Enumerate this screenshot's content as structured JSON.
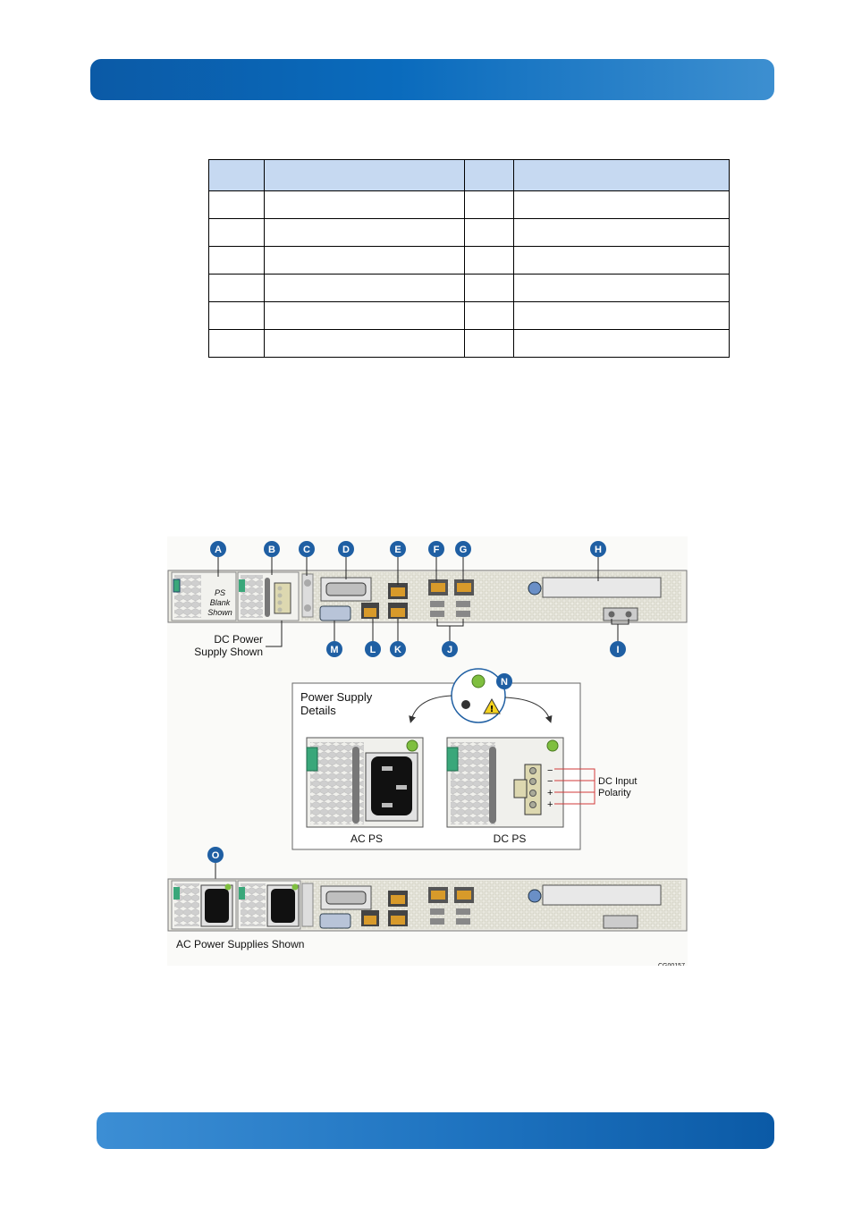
{
  "table": {
    "headers": [
      "",
      "",
      "",
      ""
    ],
    "rows": [
      [
        "",
        "",
        "",
        ""
      ],
      [
        "",
        "",
        "",
        ""
      ],
      [
        "",
        "",
        "",
        ""
      ],
      [
        "",
        "",
        "",
        ""
      ],
      [
        "",
        "",
        "",
        ""
      ],
      [
        "",
        "",
        "",
        ""
      ]
    ]
  },
  "figure": {
    "callouts_top": [
      "A",
      "B",
      "C",
      "D",
      "E",
      "F",
      "G",
      "H"
    ],
    "callouts_bottom": [
      "M",
      "L",
      "K",
      "J",
      "I"
    ],
    "callout_n": "N",
    "callout_o": "O",
    "ps_blank_line1": "PS",
    "ps_blank_line2": "Blank",
    "ps_blank_line3": "Shown",
    "dc_power_line1": "DC Power",
    "dc_power_line2": "Supply Shown",
    "details_title_line1": "Power Supply",
    "details_title_line2": "Details",
    "ac_ps_label": "AC PS",
    "dc_ps_label": "DC PS",
    "dc_input_line1": "DC Input",
    "dc_input_line2": "Polarity",
    "polarity_signs": [
      "−",
      "−",
      "+",
      "+"
    ],
    "ac_supplies_caption": "AC Power Supplies Shown",
    "figure_id": "CG00157"
  },
  "colors": {
    "callout_blue": "#1f5fa3",
    "led_green": "#7fbf3f",
    "handle_green": "#3aa77a",
    "polarity_red": "#d23a3a"
  }
}
